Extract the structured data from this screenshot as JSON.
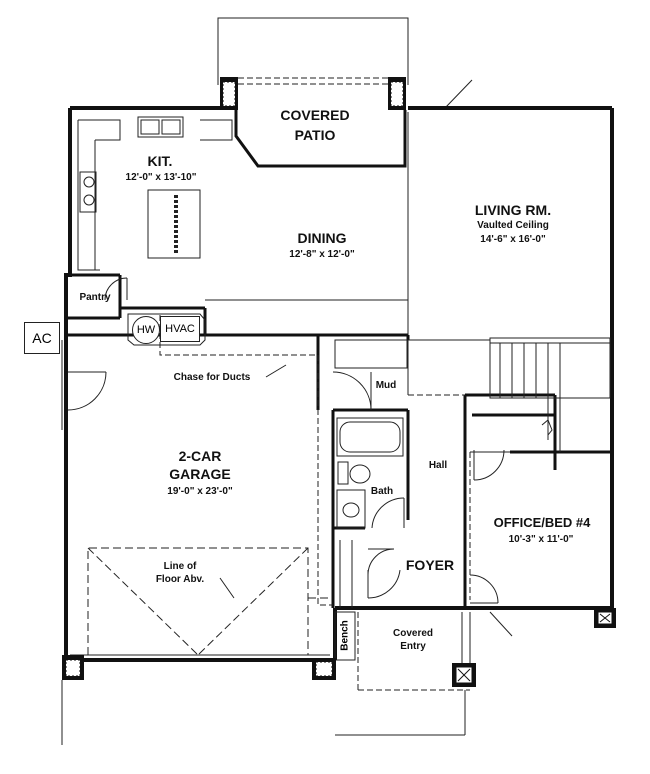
{
  "rooms": {
    "covered_patio": {
      "line1": "COVERED",
      "line2": "PATIO"
    },
    "kitchen": {
      "name": "KIT.",
      "dims": "12'-0\" x 13'-10\""
    },
    "dining": {
      "name": "DINING",
      "dims": "12'-8\" x 12'-0\""
    },
    "living": {
      "name": "LIVING RM.",
      "note": "Vaulted Ceiling",
      "dims": "14'-6\" x 16'-0\""
    },
    "pantry": {
      "name": "Pantry"
    },
    "garage": {
      "line1": "2-CAR",
      "line2": "GARAGE",
      "dims": "19'-0\" x 23'-0\""
    },
    "mud": {
      "name": "Mud"
    },
    "hall": {
      "name": "Hall"
    },
    "bath": {
      "name": "Bath"
    },
    "office": {
      "name": "OFFICE/BED #4",
      "dims": "10'-3\" x 11'-0\""
    },
    "foyer": {
      "name": "FOYER"
    },
    "covered_entry": {
      "line1": "Covered",
      "line2": "Entry"
    },
    "bench": {
      "name": "Bench"
    }
  },
  "fixtures": {
    "ac": "AC",
    "hw": "HW",
    "hvac": "HVAC"
  },
  "annotations": {
    "chase": "Chase for Ducts",
    "floor_line1": "Line of",
    "floor_line2": "Floor Abv."
  },
  "colors": {
    "wall": "#111111",
    "line": "#222222",
    "background": "#ffffff"
  }
}
